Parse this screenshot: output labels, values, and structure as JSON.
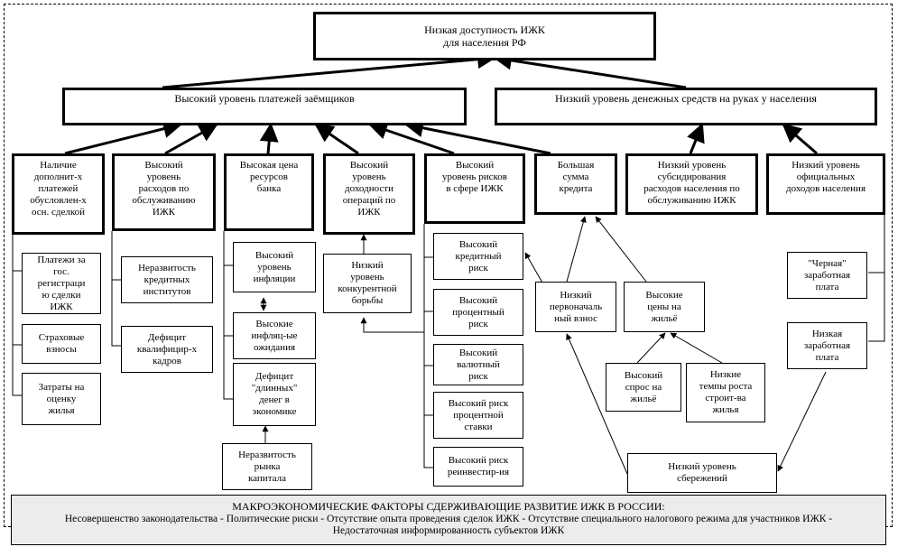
{
  "title": "Низкая доступность ИЖК\nдля населения РФ",
  "level1": {
    "left": "Высокий уровень платежей заёмщиков",
    "right": "Низкий уровень денежных средств на руках у населения"
  },
  "level2": [
    "Наличие\nдополнит-х\nплатежей\nобусловлен-х\nосн. сделкой",
    "Высокий\nуровень\nрасходов по\nобслуживанию\nИЖК",
    "Высокая цена\nресурсов\nбанка",
    "Высокий\nуровень\nдоходности\nопераций по\nИЖК",
    "Высокий\nуровень рисков\nв сфере ИЖК",
    "Большая\nсумма\nкредита",
    "Низкий уровень\nсубсидирования\nрасходов населения по\nобслуживанию ИЖК",
    "Низкий уровень\nофициальных\nдоходов населения"
  ],
  "level3": {
    "additional_payments": [
      "Платежи за\nгос.\nрегистраци\nю сделки\nИЖК",
      "Страховые\nвзносы",
      "Затраты на\nоценку\nжилья"
    ],
    "service_costs": [
      "Неразвитость\nкредитных\nинститутов",
      "Дефицит\nквалифицир-х\nкадров"
    ],
    "bank_resources": [
      "Высокий\nуровень\nинфляции",
      "Высокие\nинфляц-ые\nожидания",
      "Дефицит\n\"длинных\"\nденег в\nэкономике",
      "Неразвитость\nрынка\nкапитала"
    ],
    "profitability": [
      "Низкий\nуровень\nконкурентной\nборьбы"
    ],
    "risks": [
      "Высокий\nкредитный\nриск",
      "Высокий\nпроцентный\nриск",
      "Высокий\nвалютный\nриск",
      "Высокий риск\nпроцентной\nставки",
      "Высокий риск\nреинвестир-ия"
    ],
    "loan_amount": [
      "Низкий\nпервоначаль\nный взнос",
      "Высокие\nцены на\nжильё",
      "Высокий\nспрос на\nжильё",
      "Низкие\nтемпы роста\nстроит-ва\nжилья",
      "Низкий уровень\nсбережений"
    ],
    "income": [
      "\"Черная\"\nзаработная\nплата",
      "Низкая\nзаработная\nплата"
    ]
  },
  "footer": {
    "heading": "МАКРОЭКОНОМИЧЕСКИЕ ФАКТОРЫ СДЕРЖИВАЮЩИЕ РАЗВИТИЕ ИЖК В РОССИИ:",
    "line1": "Несовершенство законодательства - Политические риски - Отсутствие опыта проведения сделок ИЖК - Отсутствие специального налогового режима для участников ИЖК -",
    "line2": "Недостаточная информированность субъектов ИЖК"
  }
}
